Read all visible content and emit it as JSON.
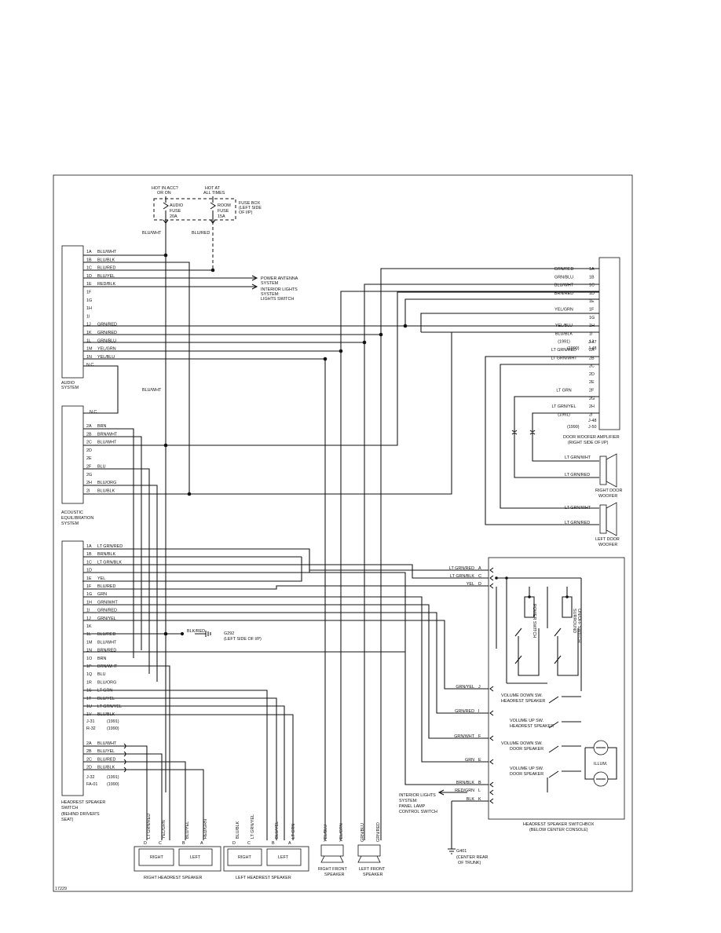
{
  "fuse": {
    "hot_acc_1": "HOT IN ACC?",
    "hot_acc_2": "OR ON",
    "hot_all_1": "HOT AT",
    "hot_all_2": "ALL TIMES",
    "audio_1": "AUDIO",
    "audio_2": "FUSE",
    "audio_3": "20A",
    "room_1": "ROOM",
    "room_2": "FUSE",
    "room_3": "15A",
    "box_1": "FUSE BOX",
    "box_2": "(LEFT SIDE",
    "box_3": "OF I/P)",
    "wire_left": "BLU/WHT",
    "wire_right": "BLU/RED"
  },
  "audio": {
    "name_1": "AUDIO",
    "name_2": "SYSTEM",
    "pins": [
      "1A",
      "1B",
      "1C",
      "1D",
      "1E",
      "1F",
      "1G",
      "1H",
      "1I",
      "1J",
      "1K",
      "1L",
      "1M",
      "1N",
      "N.C."
    ],
    "wires": [
      "BLU/WHT",
      "BLU/BLK",
      "BLU/RED",
      "BLU/YEL",
      "RED/BLK",
      "",
      "",
      "",
      "",
      "GRN/RED",
      "GRN/RED",
      "GRN/BLU",
      "YEL/GRN",
      "YEL/BLU",
      ""
    ]
  },
  "ant": {
    "t1": "POWER ANTENNA",
    "t2": "SYSTEM",
    "t3": "INTERIOR LIGHTS",
    "t4": "SYSTEM:",
    "t5": "LIGHTS SWITCH"
  },
  "mid_wire": "BLU/WHT",
  "ae": {
    "name_1": "ACOUSTIC",
    "name_2": "EQUILIBRATION",
    "name_3": "SYSTEM",
    "nc": "N.C.",
    "pins": [
      "2A",
      "2B",
      "2C",
      "2D",
      "2E",
      "2F",
      "2G",
      "2H",
      "2I"
    ],
    "wires": [
      "BRN",
      "BRN/WHT",
      "BLU/WHT",
      "",
      "",
      "BLU",
      "",
      "BLU/ORG",
      "BLU/BLK"
    ]
  },
  "hs": {
    "name_1": "HEADREST SPEAKER",
    "name_2": "SWITCH",
    "name_3": "(BEHIND DRIVER'S",
    "name_4": "SEAT)",
    "pins": [
      "1A",
      "1B",
      "1C",
      "1D",
      "1E",
      "1F",
      "1G",
      "1H",
      "1I",
      "1J",
      "1K",
      "1L",
      "1M",
      "1N",
      "1O",
      "1P",
      "1Q",
      "1R",
      "1S",
      "1T",
      "1U",
      "1V"
    ],
    "wires": [
      "LT GRN/RED",
      "BRN/BLK",
      "LT GRN/BLK",
      "",
      "YEL",
      "BLU/RED",
      "GRN",
      "GRN/WHT",
      "GRN/RED",
      "GRN/YEL",
      "",
      "BLU/RED",
      "BLU/WHT",
      "BRN/RED",
      "BRN",
      "BRN/WHT",
      "BLU",
      "BLU/ORG",
      "LT GRN",
      "BLU/YEL",
      "LT GRN/YEL",
      "BLU/BLK"
    ],
    "notes": [
      "J-31",
      "(1991)",
      "R-32",
      "(1990)"
    ],
    "pins2": [
      "2A",
      "2B",
      "2C",
      "2D"
    ],
    "wires2": [
      "BLU/WHT",
      "BLU/YEL",
      "BLU/RED",
      "BLU/BLK"
    ],
    "notes2": [
      "J-32",
      "(1991)",
      "FA-01",
      "(1990)"
    ]
  },
  "ground_1": {
    "wire": "BLK/RED",
    "id": "G292",
    "loc": "(LEFT SIDE OF I/P)"
  },
  "amp": {
    "name_1": "DOOR WOOFER AMPLIFIER",
    "name_2": "(RIGHT SIDE OF I/P)",
    "pins": [
      "1A",
      "1B",
      "1C",
      "1D",
      "1E",
      "1F",
      "1G",
      "1H",
      "1I",
      "1J",
      "2A",
      "2B",
      "2C",
      "2D",
      "2E",
      "2F",
      "2G",
      "2H",
      "2I"
    ],
    "wires": [
      "GRN/RED",
      "GRN/BLU",
      "BLU/WHT",
      "BRN/RED",
      "",
      "YEL/GRN",
      "",
      "YEL/BLU",
      "BLU/BLK",
      "(1991)",
      "LT GRN/RED",
      "LT GRN/WHT",
      "",
      "",
      "",
      "LT GRN",
      "",
      "LT GRN/YEL",
      "(1991)"
    ],
    "notes": [
      "J-47",
      "J-48",
      "(1990)",
      "J-48",
      "J-50",
      "(1990)"
    ]
  },
  "rdw": {
    "name_1": "RIGHT DOOR",
    "name_2": "WOOFER",
    "w1": "LT GRN/WHT",
    "w2": "LT GRN/RED"
  },
  "ldw": {
    "name_1": "LEFT DOOR",
    "name_2": "WOOFER",
    "w1": "LT GRN/WHT",
    "w2": "LT GRN/RED"
  },
  "sb": {
    "name_1": "HEADREST SPEAKER SWITCHBOX",
    "name_2": "(BELOW CENTER CONSOLE)",
    "conn": [
      {
        "wire": "LT GRN/RED",
        "pin": "A"
      },
      {
        "wire": "LT GRN/BLK",
        "pin": "C"
      },
      {
        "wire": "YEL",
        "pin": "D"
      },
      {
        "wire": "GRN/YEL",
        "pin": "J"
      },
      {
        "wire": "GRN/RED",
        "pin": "I"
      },
      {
        "wire": "GRN/WHT",
        "pin": "F"
      },
      {
        "wire": "GRN",
        "pin": "E"
      },
      {
        "wire": "BRN/BLK",
        "pin": "B"
      },
      {
        "wire": "RED/GRN",
        "pin": "L"
      },
      {
        "wire": "BLK",
        "pin": "K"
      }
    ],
    "power_sw": "POWER SWITCH",
    "surround_1": "SURROUND",
    "surround_2": "ON/OFF SWITCH",
    "vd1_1": "VOLUME DOWN SW.",
    "vd1_2": "HEADREST SPEAKER",
    "vu1_1": "VOLUME UP SW.",
    "vu1_2": "HEADREST SPEAKER",
    "vd2_1": "VOLUME DOWN SW.",
    "vd2_2": "DOOR SPEAKER",
    "vu2_1": "VOLUME UP SW.",
    "vu2_2": "DOOR SPEAKER",
    "illum": "ILLUM."
  },
  "ilps": {
    "t1": "INTERIOR LIGHTS",
    "t2": "SYSTEM:",
    "t3": "PANEL LAMP",
    "t4": "CONTROL SWITCH"
  },
  "ground_2": {
    "id": "G401",
    "loc_1": "(CENTER REAR",
    "loc_2": "OF TRUNK)"
  },
  "rhs": {
    "name": "RIGHT HEADREST SPEAKER",
    "right": "RIGHT",
    "left": "LEFT",
    "wires": [
      "LT GRN/RED",
      "YEL/GRN",
      "BLU/YEL",
      "RED/GRN"
    ],
    "pins": [
      "D",
      "C",
      "B",
      "A"
    ]
  },
  "lhs": {
    "name": "LEFT HEADREST SPEAKER",
    "right": "RIGHT",
    "left": "LEFT",
    "wires": [
      "BLU/BLK",
      "LT GRN/YEL",
      "BLU/YEL",
      "LT GRN"
    ],
    "pins": [
      "D",
      "C",
      "B",
      "A"
    ]
  },
  "rfs": {
    "name_1": "RIGHT FRONT",
    "name_2": "SPEAKER",
    "w1": "YEL/BLU",
    "w2": "YEL/GRN"
  },
  "lfs": {
    "name_1": "LEFT FRONT",
    "name_2": "SPEAKER",
    "w1": "GRN/BLU",
    "w2": "GRN/RED"
  },
  "figure_id": "17229"
}
